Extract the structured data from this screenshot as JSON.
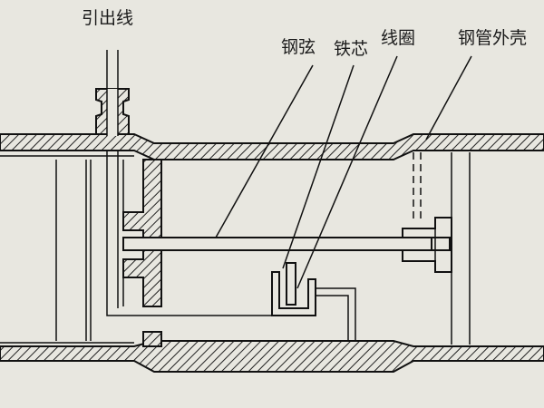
{
  "labels": {
    "lead_wire": "引出线",
    "steel_string": "钢弦",
    "iron_core": "铁芯",
    "coil": "线圈",
    "steel_tube_shell": "钢管外壳"
  }
}
